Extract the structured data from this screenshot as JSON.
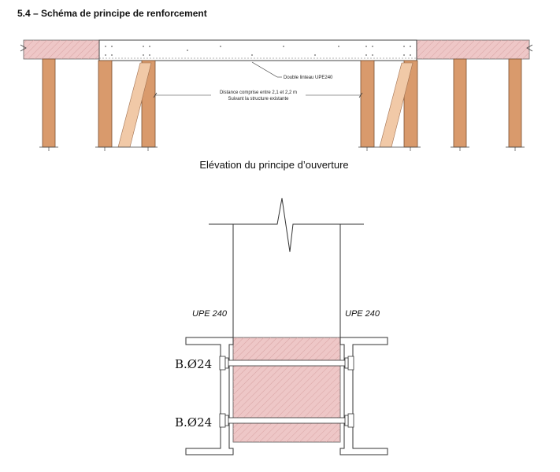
{
  "title": "5.4 – Schéma de principe de renforcement",
  "elevation": {
    "lintel_label": "Double linteau UPE240",
    "distance_label_line1": "Distance comprise entre 2,1 et 2,2 m",
    "distance_label_line2": "Suivant la structure existante",
    "caption": "Elévation du principe d’ouverture"
  },
  "section": {
    "upe_left": "UPE 240",
    "upe_right": "UPE 240",
    "bolt_top": "B.Ø24",
    "bolt_bottom": "B.Ø24"
  },
  "colors": {
    "timber": "#d99a6c",
    "timber_light": "#f1c9a7",
    "beam_pink": "#eec7c7",
    "steel": "#ffffff",
    "line": "#333333"
  }
}
